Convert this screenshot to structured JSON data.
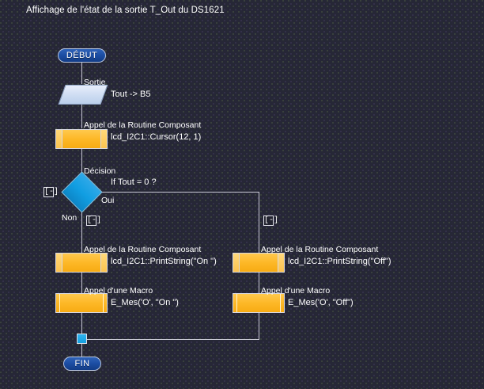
{
  "diagram": {
    "title": "Affichage de l'état de la sortie T_Out du DS1621",
    "background_color": "#262736",
    "wire_color": "#c9cad4",
    "accent_color": "#fdb827",
    "decision_color": "#119ee2",
    "terminal_color": "#1d4fa5"
  },
  "nodes": {
    "start": {
      "label": "DÉBUT"
    },
    "output": {
      "kind": "Sortie",
      "expr": "Tout -> B5"
    },
    "cursor_call": {
      "kind": "Appel de la Routine Composant",
      "expr": "lcd_I2C1::Cursor(12, 1)"
    },
    "decision": {
      "kind": "Décision",
      "expr": "If Tout = 0 ?",
      "branch_yes": "Oui",
      "branch_no": "Non"
    },
    "print_on": {
      "kind": "Appel de la Routine Composant",
      "expr": "lcd_I2C1::PrintString(\"On \")"
    },
    "macro_on": {
      "kind": "Appel d'une Macro",
      "expr": "E_Mes('O', \"On \")"
    },
    "print_off": {
      "kind": "Appel de la Routine Composant",
      "expr": "lcd_I2C1::PrintString(\"Off\")"
    },
    "macro_off": {
      "kind": "Appel d'une Macro",
      "expr": "E_Mes('O', \"Off\")"
    },
    "end": {
      "label": "FIN"
    }
  },
  "collapse_toggles": {
    "decision_left": "[-]",
    "branch_no": "[-]",
    "branch_yes": "[-]"
  }
}
